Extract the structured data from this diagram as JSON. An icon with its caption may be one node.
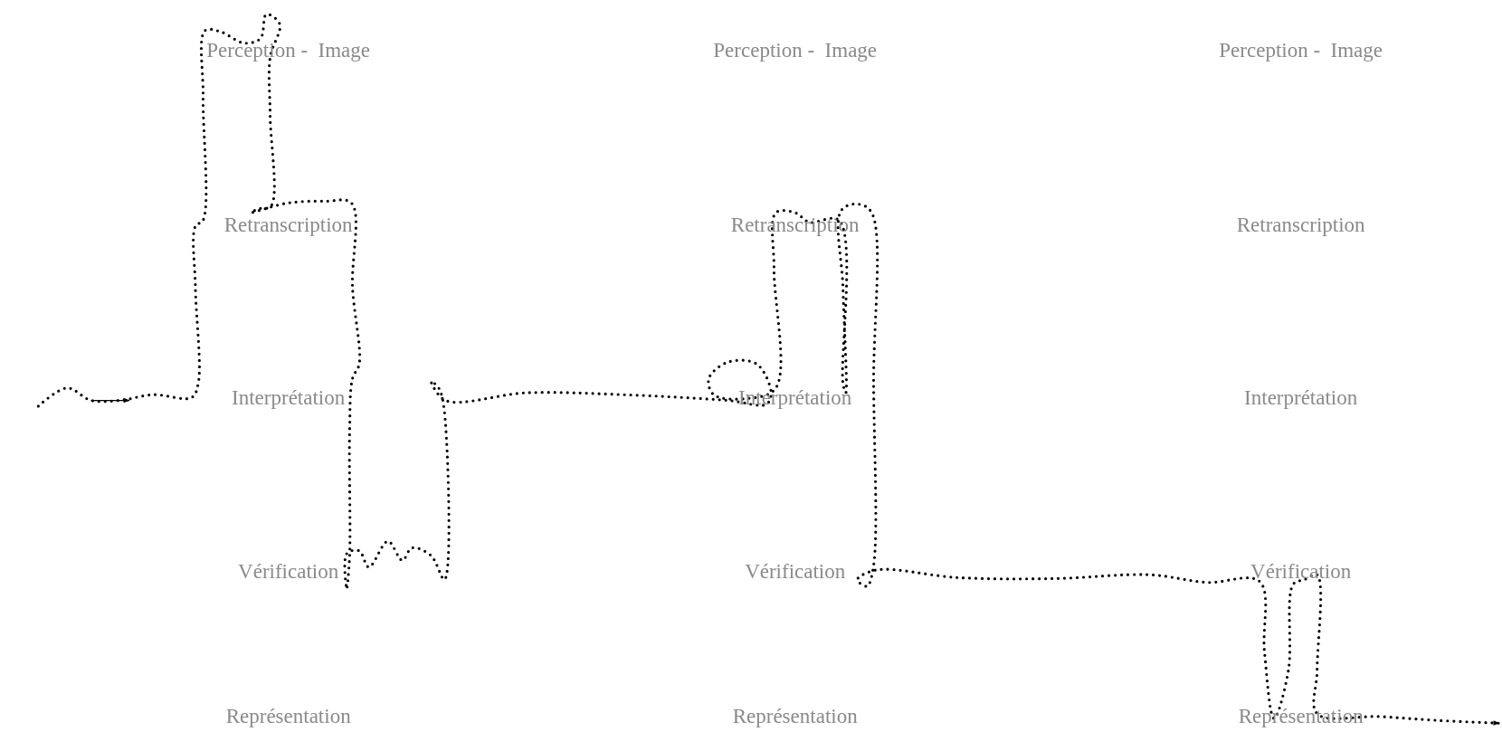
{
  "diagram": {
    "labels": [
      "Perception -  Image",
      "Perception -  Image",
      "Perception -  Image",
      "Retranscription",
      "Retranscription",
      "Retranscription",
      "Interprétation",
      "Interprétation",
      "Interprétation",
      "Vérification",
      "Vérification",
      "Vérification",
      "Représentation",
      "Représentation",
      "Représentation"
    ]
  }
}
